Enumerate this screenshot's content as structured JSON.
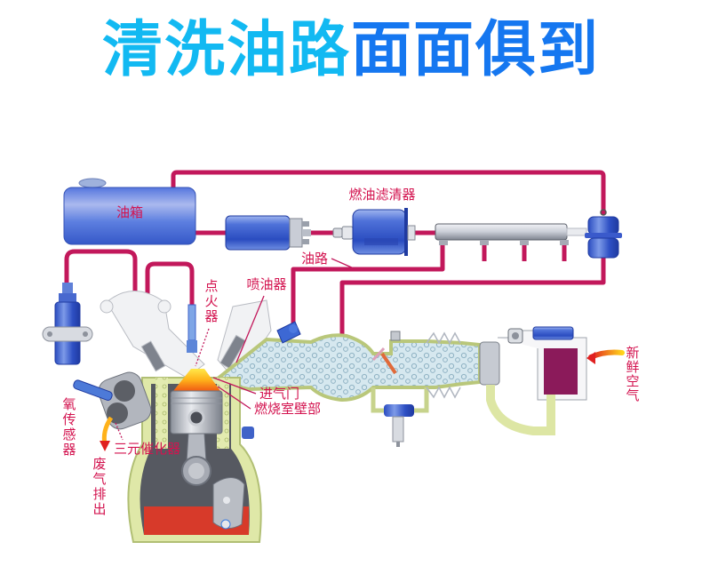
{
  "title": {
    "part1": "清洗油路",
    "part2": "面面俱到",
    "color1": "#12b9f2",
    "color2": "#1577f0"
  },
  "labels": {
    "fuel_tank": "油箱",
    "fuel_filter": "燃油滤清器",
    "fuel_line": "油路",
    "spark_plug": [
      "点",
      "火",
      "器"
    ],
    "injector": "喷油器",
    "intake_valve": "进气门",
    "combustion_chamber_wall": "燃烧室壁部",
    "oxygen_sensor": [
      "氧",
      "传",
      "感",
      "器"
    ],
    "catalytic_converter": "三元催化器",
    "exhaust": [
      "废",
      "气",
      "排",
      "出"
    ],
    "fresh_air": [
      "新",
      "鲜",
      "空",
      "气"
    ]
  },
  "colors": {
    "fuel_line": "#c2185b",
    "label_text": "#d3134f",
    "component_blue": "#2f56c8",
    "intake_fill": "#d3e6ee",
    "wall_green": "#dfe8a8",
    "oil_red": "#d73a2a",
    "air_box": "#8b1a5a"
  }
}
